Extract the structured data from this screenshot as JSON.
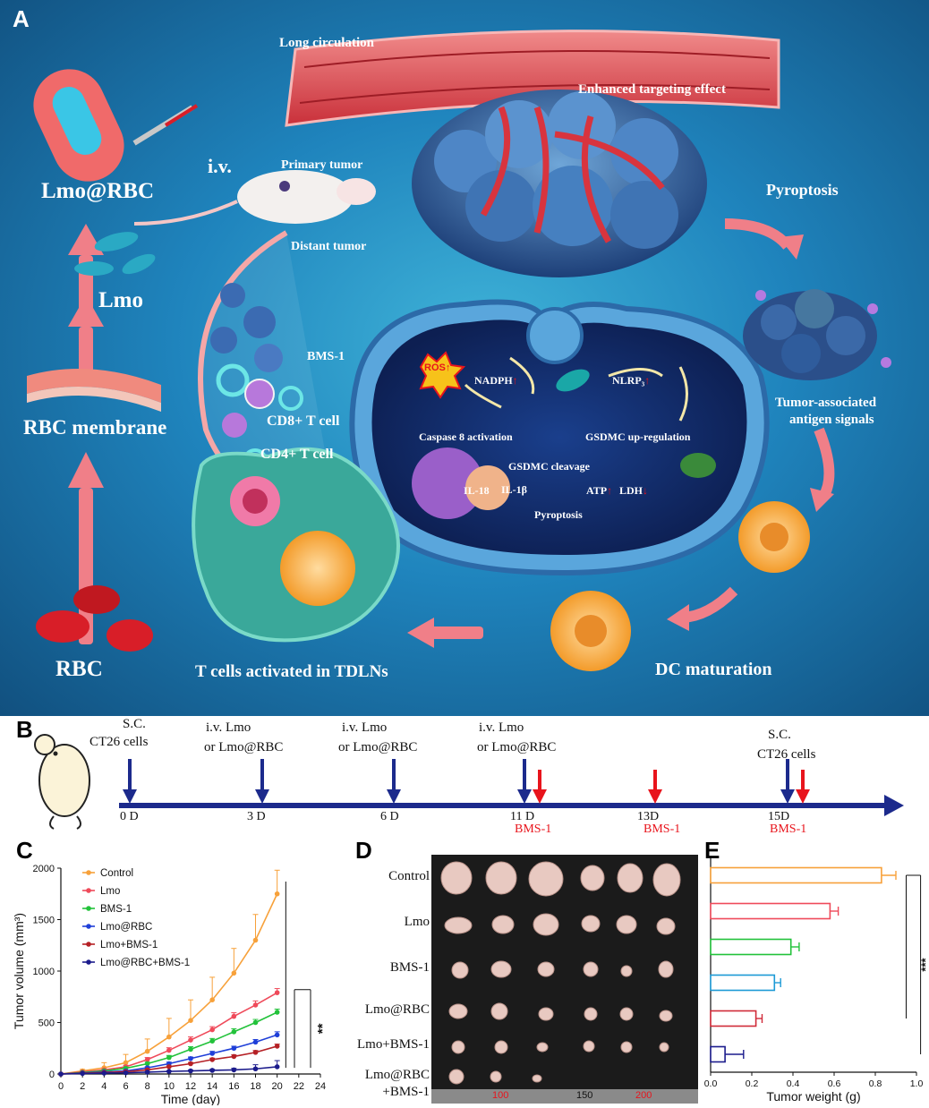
{
  "panelA": {
    "letter": "A",
    "labels": {
      "long_circulation": "Long circulation",
      "enhanced_targeting": "Enhanced targeting effect",
      "iv": "i.v.",
      "primary_tumor": "Primary tumor",
      "distant_tumor": "Distant tumor",
      "lmo_rbc": "Lmo@RBC",
      "lmo": "Lmo",
      "rbc_membrane": "RBC membrane",
      "rbc": "RBC",
      "bms1": "BMS-1",
      "cd8": "CD8+ T cell",
      "cd4": "CD4+ T cell",
      "t_cells": "T cells activated in TDLNs",
      "dc_maturation": "DC maturation",
      "pyroptosis_top": "Pyroptosis",
      "tumor_assoc_1": "Tumor-associated",
      "tumor_assoc_2": "antigen signals",
      "ros": "ROS↑",
      "nadph": "NADPH",
      "nlrp3": "NLRP₃",
      "caspase8": "Caspase 8 activation",
      "gsdmc_up": "GSDMC up-regulation",
      "gsdmc_cleave": "GSDMC cleavage",
      "il18": "IL-18",
      "il1b": "IL-1β",
      "atp": "ATP",
      "ldh": "LDH",
      "pyroptosis_cell": "Pyroptosis"
    }
  },
  "panelB": {
    "letter": "B",
    "events": [
      {
        "line1": "S.C.",
        "line2": "CT26 cells",
        "day": "0 D",
        "bms": ""
      },
      {
        "line1": "i.v. Lmo",
        "line2": "or Lmo@RBC",
        "day": "3 D",
        "bms": ""
      },
      {
        "line1": "i.v. Lmo",
        "line2": "or Lmo@RBC",
        "day": "6 D",
        "bms": ""
      },
      {
        "line1": "i.v. Lmo",
        "line2": "or Lmo@RBC",
        "day": "11 D",
        "bms": "BMS-1"
      },
      {
        "line1": "",
        "line2": "",
        "day": "13D",
        "bms": "BMS-1"
      },
      {
        "line1": "S.C.",
        "line2": "CT26 cells",
        "day": "15D",
        "bms": "BMS-1"
      }
    ]
  },
  "panelC": {
    "letter": "C",
    "significance": "**"
  },
  "panelD": {
    "letter": "D",
    "rows": [
      "Control",
      "Lmo",
      "BMS-1",
      "Lmo@RBC",
      "Lmo+BMS-1",
      "Lmo@RBC",
      "+BMS-1"
    ],
    "ruler_marks": [
      "100",
      "150",
      "200"
    ]
  },
  "panelE": {
    "letter": "E",
    "significance": "***"
  },
  "colors": {
    "control": "#f7a13a",
    "lmo": "#ef4a5a",
    "bms1": "#22c23a",
    "lmo_rbc": "#1f3fd8",
    "lmo_bms1": "#b52025",
    "lmo_rbc_bms1": "#1c1c8c",
    "timeline": "#1c2a8c",
    "bms_arrow": "#e8141c"
  },
  "chart_data": [
    {
      "type": "line",
      "xlabel": "Time (day)",
      "ylabel": "Tumor volume (mm³)",
      "xlim": [
        0,
        24
      ],
      "ylim": [
        0,
        2000
      ],
      "x": [
        0,
        2,
        4,
        6,
        8,
        10,
        12,
        14,
        16,
        18,
        20
      ],
      "xticks": [
        "0",
        "2",
        "4",
        "6",
        "8",
        "10",
        "12",
        "14",
        "16",
        "18",
        "20",
        "22",
        "24"
      ],
      "yticks": [
        "0",
        "500",
        "1000",
        "1500",
        "2000"
      ],
      "legend": "top-left",
      "series": [
        {
          "name": "Control",
          "color": "#f7a13a",
          "values": [
            0,
            30,
            60,
            110,
            220,
            360,
            520,
            720,
            980,
            1300,
            1750
          ],
          "errors": [
            0,
            15,
            50,
            80,
            120,
            180,
            200,
            220,
            240,
            250,
            230
          ]
        },
        {
          "name": "Lmo",
          "color": "#ef4a5a",
          "values": [
            0,
            20,
            40,
            70,
            140,
            230,
            330,
            430,
            560,
            670,
            790
          ],
          "errors": [
            0,
            8,
            10,
            15,
            20,
            25,
            30,
            30,
            35,
            40,
            40
          ]
        },
        {
          "name": "BMS-1",
          "color": "#22c23a",
          "values": [
            0,
            15,
            30,
            55,
            100,
            160,
            240,
            320,
            410,
            500,
            600
          ],
          "errors": [
            0,
            5,
            8,
            10,
            15,
            20,
            25,
            25,
            30,
            30,
            30
          ]
        },
        {
          "name": "Lmo@RBC",
          "color": "#1f3fd8",
          "values": [
            0,
            10,
            20,
            30,
            60,
            100,
            150,
            200,
            250,
            310,
            380
          ],
          "errors": [
            0,
            5,
            5,
            8,
            10,
            15,
            15,
            20,
            20,
            25,
            30
          ]
        },
        {
          "name": "Lmo+BMS-1",
          "color": "#b52025",
          "values": [
            0,
            8,
            15,
            22,
            40,
            70,
            100,
            140,
            170,
            210,
            270
          ],
          "errors": [
            0,
            4,
            5,
            6,
            8,
            10,
            12,
            14,
            16,
            18,
            20
          ]
        },
        {
          "name": "Lmo@RBC+BMS-1",
          "color": "#1c1c8c",
          "values": [
            0,
            5,
            8,
            12,
            18,
            25,
            30,
            35,
            40,
            50,
            70
          ],
          "errors": [
            0,
            3,
            3,
            4,
            5,
            6,
            8,
            10,
            15,
            40,
            60
          ]
        }
      ]
    },
    {
      "type": "bar",
      "orientation": "horizontal",
      "xlabel": "Tumor weight (g)",
      "xlim": [
        0,
        1.0
      ],
      "xticks": [
        "0.0",
        "0.2",
        "0.4",
        "0.6",
        "0.8",
        "1.0"
      ],
      "categories": [
        "Control",
        "Lmo",
        "BMS-1",
        "Lmo@RBC",
        "Lmo+BMS-1",
        "Lmo@RBC+BMS-1"
      ],
      "values": [
        0.83,
        0.58,
        0.39,
        0.31,
        0.22,
        0.07
      ],
      "errors": [
        0.07,
        0.04,
        0.04,
        0.03,
        0.03,
        0.09
      ],
      "colors": [
        "#f7a13a",
        "#ef4a5a",
        "#22c23a",
        "#1c9ad6",
        "#d02a38",
        "#1c1c8c"
      ]
    }
  ]
}
